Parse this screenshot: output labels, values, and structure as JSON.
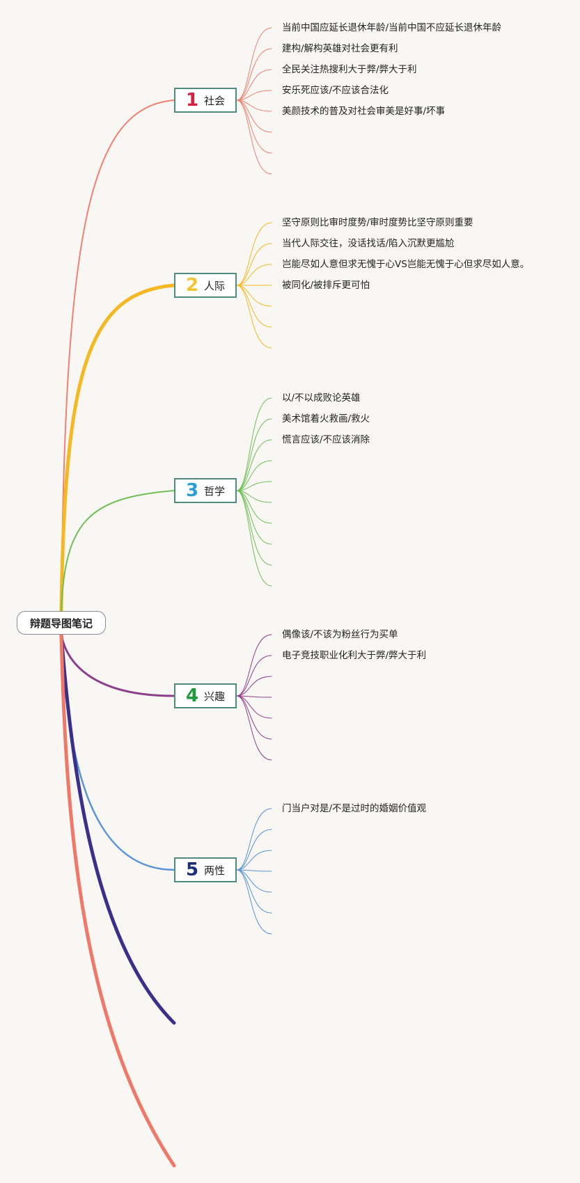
{
  "root": {
    "title": "辩题导图笔记"
  },
  "categories": [
    {
      "number": "1",
      "label": "社会",
      "color": "#f08070",
      "numColor": "#d62240",
      "branchWidth": 2,
      "topics": [
        "当前中国应延长退休年龄/当前中国不应延长退休年龄",
        "建构/解构英雄对社会更有利",
        "全民关注热搜利大于弊/弊大于利",
        "安乐死应该/不应该合法化",
        "美颜技术的普及对社会审美是好事/坏事"
      ],
      "emptySlots": 3
    },
    {
      "number": "2",
      "label": "人际",
      "color": "#f4b822",
      "numColor": "#f4c430",
      "branchWidth": 5,
      "topics": [
        "坚守原则比审时度势/审时度势比坚守原则重要",
        "当代人际交往，没话找话/陷入沉默更尴尬",
        "岂能尽如人意但求无愧于心VS岂能无愧于心但求尽如人意。",
        "被同化/被排斥更可怕"
      ],
      "emptySlots": 3
    },
    {
      "number": "3",
      "label": "哲学",
      "color": "#6fbf55",
      "numColor": "#2a9fd6",
      "branchWidth": 2,
      "topics": [
        "以/不以成败论英雄",
        "美术馆着火救画/救火",
        "慌言应该/不应该消除"
      ],
      "emptySlots": 7
    },
    {
      "number": "4",
      "label": "兴趣",
      "color": "#8e3f8c",
      "numColor": "#1f9a3a",
      "branchWidth": 3,
      "topics": [
        "偶像该/不该为粉丝行为买单",
        "电子竞技职业化利大于弊/弊大于利"
      ],
      "emptySlots": 5
    },
    {
      "number": "5",
      "label": "两性",
      "color": "#5a93d6",
      "numColor": "#1d2f7a",
      "branchWidth": 2.5,
      "topics": [
        "门当户对是/不是过时的婚姻价值观"
      ],
      "emptySlots": 6
    }
  ],
  "extraBranches": [
    {
      "color": "#3a2f8a"
    },
    {
      "color": "#f07868"
    }
  ]
}
